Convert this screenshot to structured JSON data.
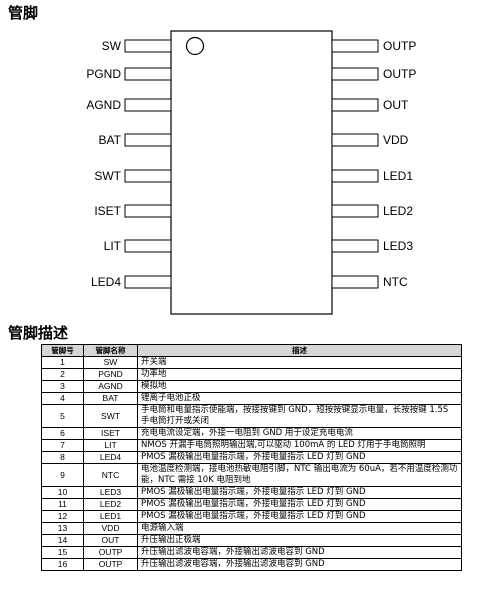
{
  "title_pins": "管脚",
  "title_desc": "管脚描述",
  "left_pins": [
    "SW",
    "PGND",
    "AGND",
    "BAT",
    "SWT",
    "ISET",
    "LIT",
    "LED4"
  ],
  "right_pins": [
    "OUTP",
    "OUTP",
    "OUT",
    "VDD",
    "LED1",
    "LED2",
    "LED3",
    "NTC"
  ],
  "table": {
    "headers": [
      "管脚号",
      "管脚名称",
      "描述"
    ],
    "rows": [
      {
        "num": "1",
        "name": "SW",
        "desc": "开关端"
      },
      {
        "num": "2",
        "name": "PGND",
        "desc": "功率地"
      },
      {
        "num": "3",
        "name": "AGND",
        "desc": "模拟地"
      },
      {
        "num": "4",
        "name": "BAT",
        "desc": "锂离子电池正极"
      },
      {
        "num": "5",
        "name": "SWT",
        "desc": "手电筒和电量指示使能端，按接按键到 GND，短按按键显示电量，长按按键 1.5S 手电筒打开或关闭"
      },
      {
        "num": "6",
        "name": "ISET",
        "desc": "充电电流设定端，外接一电阻到 GND 用于设定充电电流"
      },
      {
        "num": "7",
        "name": "LIT",
        "desc": "NMOS 开漏手电筒照明输出端,可以驱动 100mA 的 LED 灯用于手电筒照明"
      },
      {
        "num": "8",
        "name": "LED4",
        "desc": "PMOS 漏极输出电量指示端，外接电量指示 LED 灯到 GND"
      },
      {
        "num": "9",
        "name": "NTC",
        "desc": "电池温度检测端，接电池热敏电阻引脚，NTC 输出电流为 60uA，若不用温度检测功能，NTC 需接 10K 电阻到地"
      },
      {
        "num": "10",
        "name": "LED3",
        "desc": "PMOS 漏极输出电量指示端，外接电量指示 LED 灯到 GND"
      },
      {
        "num": "11",
        "name": "LED2",
        "desc": "PMOS 漏极输出电量指示端，外接电量指示 LED 灯到 GND"
      },
      {
        "num": "12",
        "name": "LED1",
        "desc": "PMOS 漏极输出电量指示端，外接电量指示 LED 灯到 GND"
      },
      {
        "num": "13",
        "name": "VDD",
        "desc": "电源输入端"
      },
      {
        "num": "14",
        "name": "OUT",
        "desc": "升压输出正极端"
      },
      {
        "num": "15",
        "name": "OUTP",
        "desc": "升压输出滤波电容端，外接输出滤波电容到 GND"
      },
      {
        "num": "16",
        "name": "OUTP",
        "desc": "升压输出滤波电容端，外接输出滤波电容到 GND"
      }
    ]
  }
}
